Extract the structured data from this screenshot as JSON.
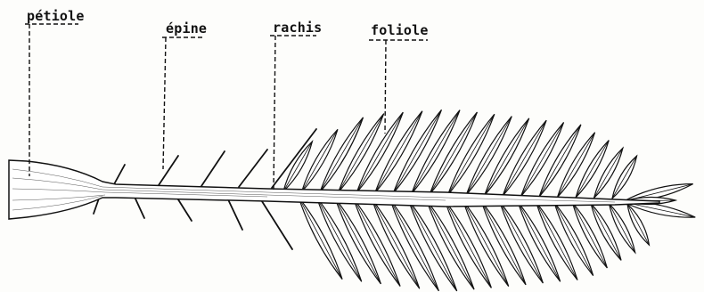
{
  "diagram": {
    "labels": {
      "petiole": "pétiole",
      "epine": "épine",
      "rachis": "rachis",
      "foliole": "foliole"
    },
    "colors": {
      "ink": "#111111",
      "paper": "#fdfdfb"
    }
  }
}
